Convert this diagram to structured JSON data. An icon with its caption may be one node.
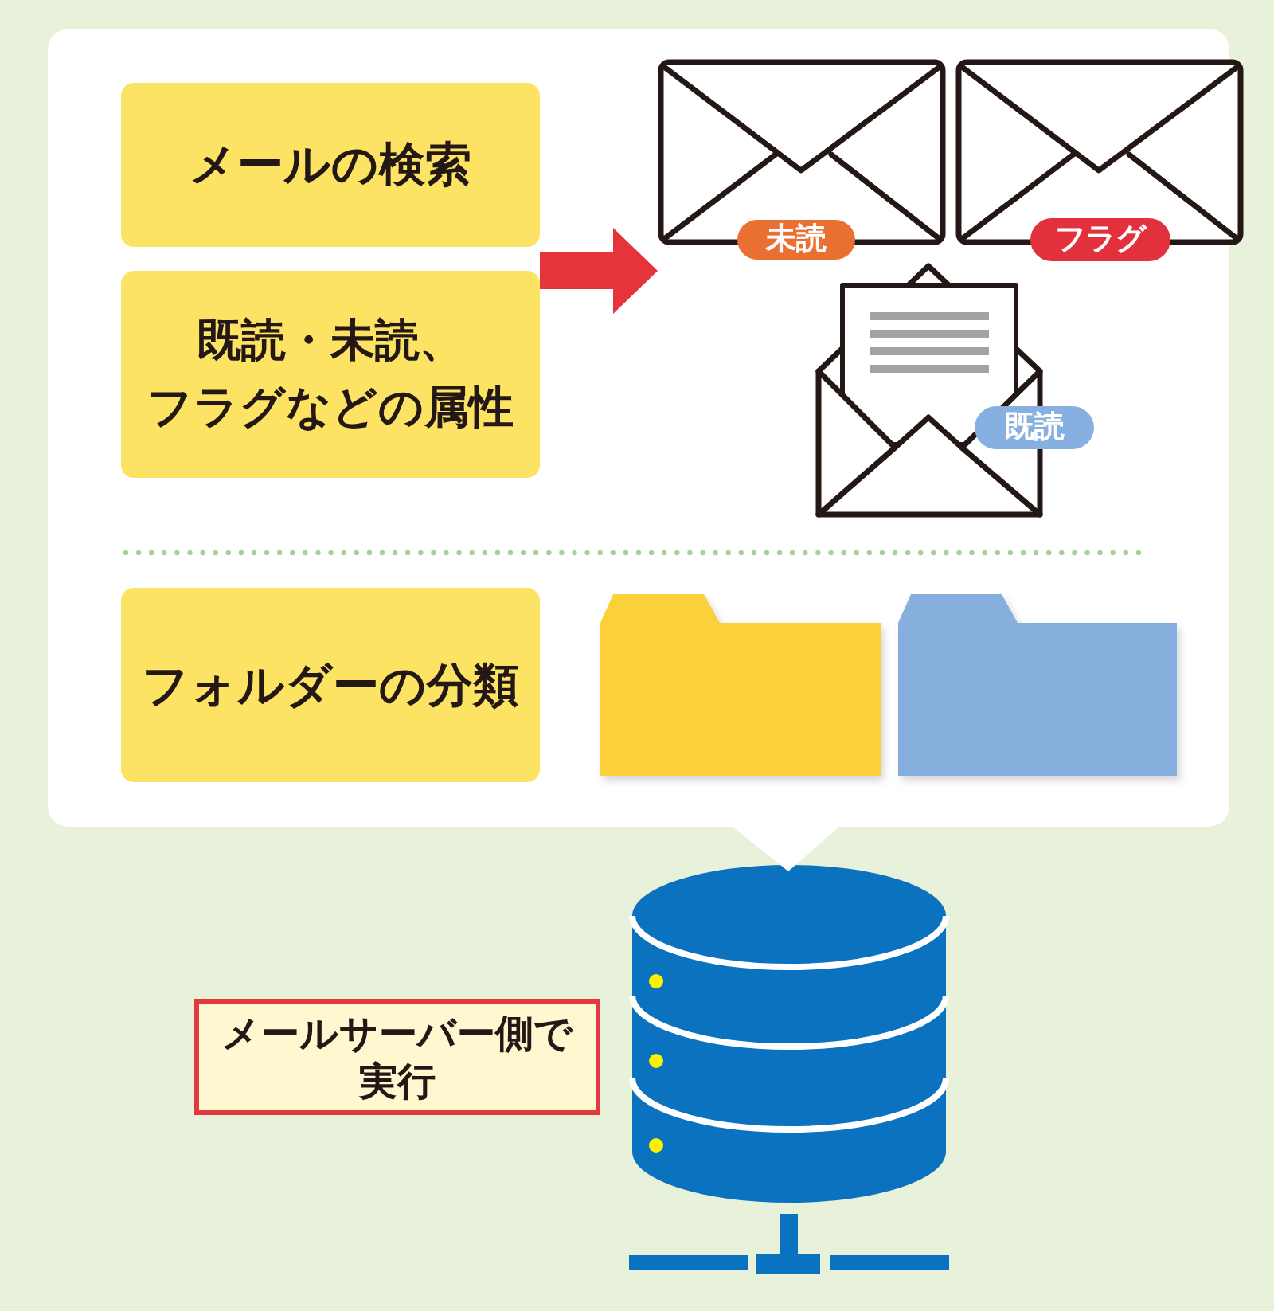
{
  "diagram": {
    "nodes": [
      {
        "text": [
          "メールの検索"
        ]
      },
      {
        "text": [
          "既読・未読、フラグなどの属性"
        ]
      },
      {
        "text": [],
        "shape": "picture"
      },
      {
        "text": [
          "未読"
        ],
        "in": 2
      },
      {
        "text": [
          "フラグ"
        ],
        "in": 2
      },
      {
        "text": [
          "既読"
        ],
        "in": 2
      },
      {
        "text": [
          "フォルダーの分類"
        ]
      },
      {
        "text": [
          "メールサーバー側で実行"
        ]
      }
    ],
    "edges": [
      {
        "from": 1,
        "to": 2,
        "arrow": "to",
        "color": "#e5353a"
      }
    ]
  }
}
